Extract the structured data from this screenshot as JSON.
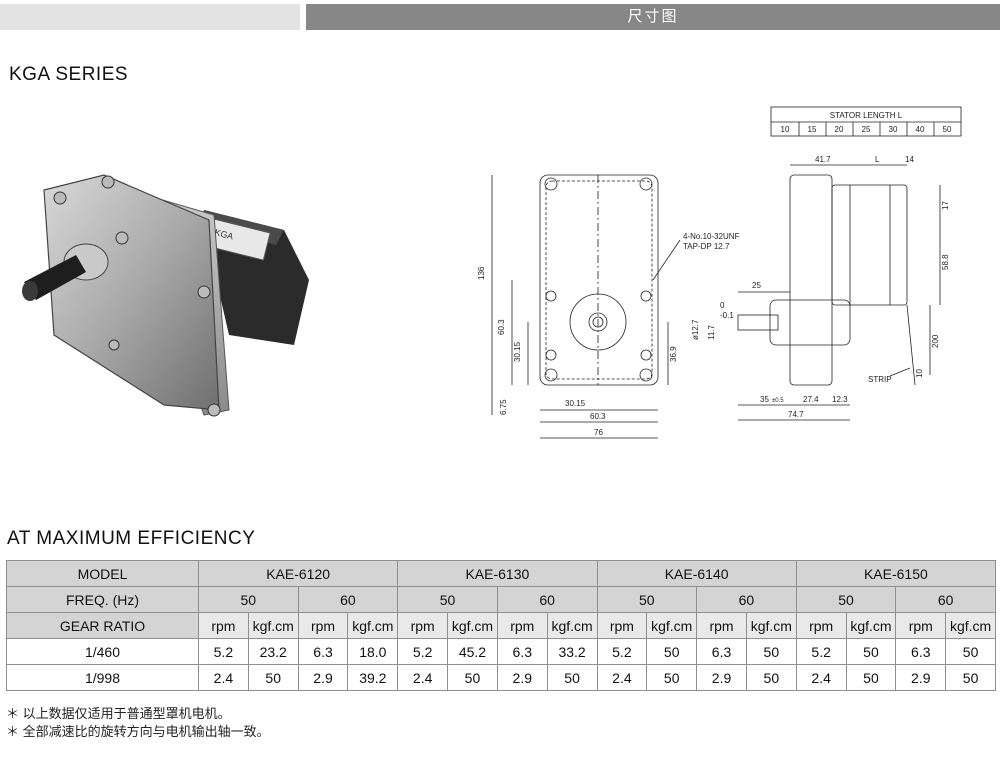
{
  "header": {
    "title": "尺寸图"
  },
  "series_title": "KGA SERIES",
  "drawing": {
    "stator_label": "STATOR LENGTH L",
    "stator_lengths": [
      "10",
      "15",
      "20",
      "25",
      "30",
      "40",
      "50"
    ],
    "dims": {
      "d136": "136",
      "d603v": "60.3",
      "d3015v": "30.15",
      "d675": "6.75",
      "d369": "36.9",
      "d3015h": "30.15",
      "d603h": "60.3",
      "d76": "76",
      "screw1": "4-No.10-32UNF",
      "screw2": "TAP-DP 12.7",
      "d417": "41.7",
      "dL": "L",
      "d14": "14",
      "d17": "17",
      "d588": "58.8",
      "d25": "25",
      "d0a": "0",
      "d0b": "-0.1",
      "d127": "ø12.7",
      "d117": "11.7",
      "d200": "200",
      "d10": "10",
      "strip": "STRIP",
      "d35": "35",
      "d35tol": "±0.5",
      "d274": "27.4",
      "d123": "12.3",
      "d747": "74.7"
    }
  },
  "efficiency_title": "AT MAXIMUM  EFFICIENCY",
  "table": {
    "model_label": "MODEL",
    "freq_label": "FREQ. (Hz)",
    "gear_label": "GEAR RATIO",
    "models": [
      "KAE-6120",
      "KAE-6130",
      "KAE-6140",
      "KAE-6150"
    ],
    "freqs": [
      "50",
      "60",
      "50",
      "60",
      "50",
      "60",
      "50",
      "60"
    ],
    "units": [
      "rpm",
      "kgf.cm",
      "rpm",
      "kgf.cm",
      "rpm",
      "kgf.cm",
      "rpm",
      "kgf.cm",
      "rpm",
      "kgf.cm",
      "rpm",
      "kgf.cm",
      "rpm",
      "kgf.cm",
      "rpm",
      "kgf.cm"
    ],
    "rows": [
      {
        "ratio": "1/460",
        "values": [
          "5.2",
          "23.2",
          "6.3",
          "18.0",
          "5.2",
          "45.2",
          "6.3",
          "33.2",
          "5.2",
          "50",
          "6.3",
          "50",
          "5.2",
          "50",
          "6.3",
          "50"
        ]
      },
      {
        "ratio": "1/998",
        "values": [
          "2.4",
          "50",
          "2.9",
          "39.2",
          "2.4",
          "50",
          "2.9",
          "50",
          "2.4",
          "50",
          "2.9",
          "50",
          "2.4",
          "50",
          "2.9",
          "50"
        ]
      }
    ]
  },
  "notes": [
    "＊ 以上数据仅适用于普通型罩机电机。",
    "＊ 全部减速比的旋转方向与电机输出轴一致。"
  ]
}
